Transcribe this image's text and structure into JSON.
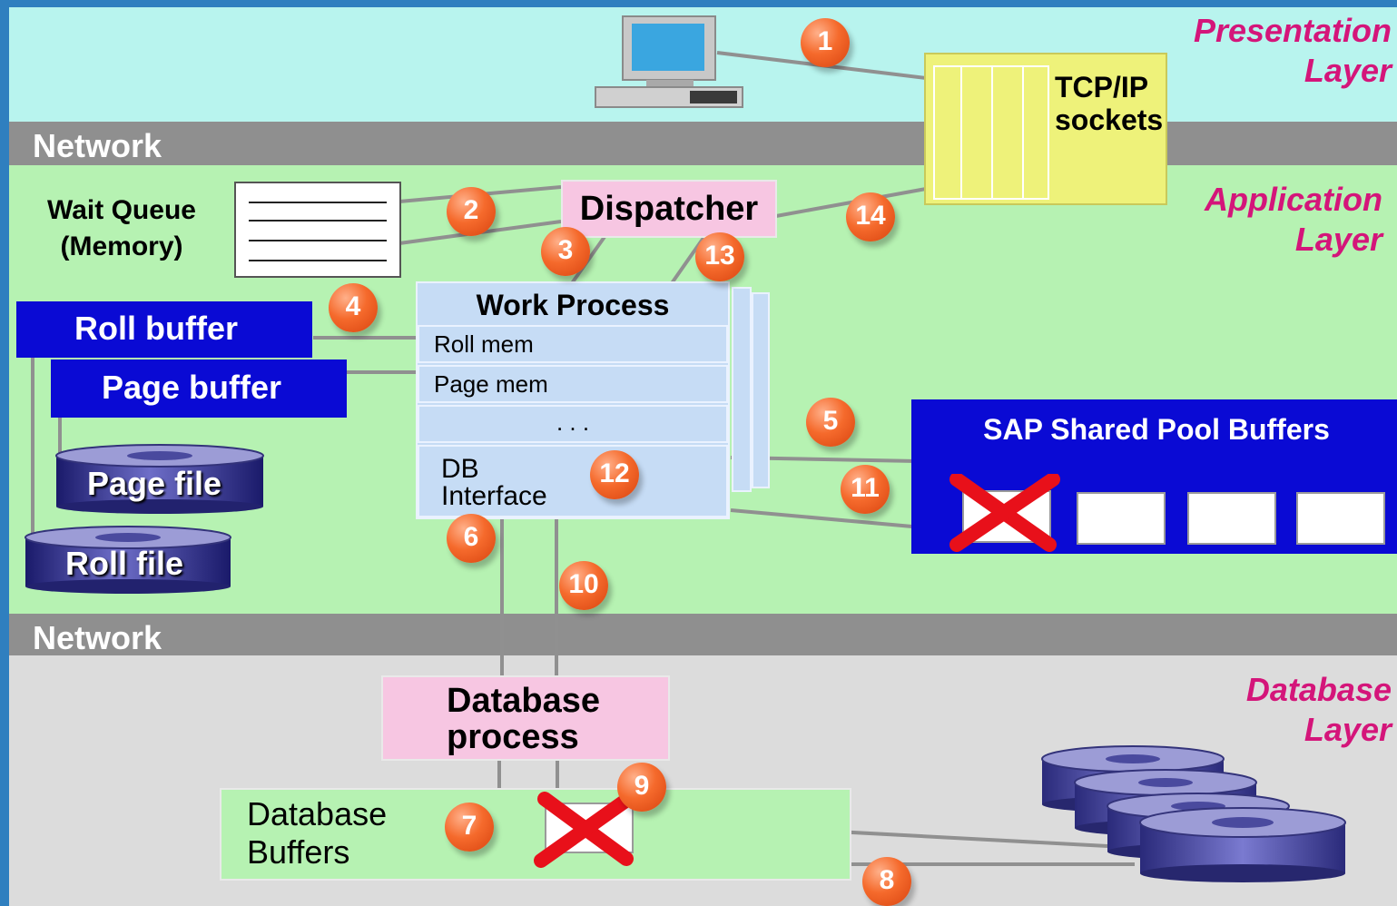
{
  "layers": {
    "presentation": [
      "Presentation",
      "Layer"
    ],
    "application": [
      "Application",
      "Layer"
    ],
    "database": [
      "Database",
      "Layer"
    ]
  },
  "network_labels": [
    "Network",
    "Network"
  ],
  "tcpip": [
    "TCP/IP",
    "sockets"
  ],
  "dispatcher": "Dispatcher",
  "wait_queue": [
    "Wait Queue",
    "(Memory)"
  ],
  "roll_buffer": "Roll buffer",
  "page_buffer": "Page buffer",
  "page_file": "Page file",
  "roll_file": "Roll file",
  "work_process": {
    "title": "Work Process",
    "rows": [
      "Roll mem",
      "Page mem",
      ". . ."
    ],
    "db_interface": [
      "DB",
      "Interface"
    ]
  },
  "shared_pool": "SAP Shared Pool Buffers",
  "database_process": [
    "Database",
    "process"
  ],
  "database_buffers": [
    "Database",
    "Buffers"
  ],
  "steps": [
    "1",
    "2",
    "3",
    "4",
    "5",
    "6",
    "7",
    "8",
    "9",
    "10",
    "11",
    "12",
    "13",
    "14"
  ],
  "colors": {
    "presentation_bg": "#b8f4ee",
    "application_bg": "#b6f2b2",
    "database_bg": "#dcdcdc",
    "network_bar": "#8f8f8f",
    "layer_label": "#d4157a",
    "buffer_blue": "#0a0ad4",
    "dispatcher_pink": "#f7c6e2",
    "tcpip_yellow": "#eef27a",
    "badge_orange": "#f56a2c",
    "cross_red": "#e8101a"
  },
  "icons": [
    "computer-icon",
    "cross-mark-icon",
    "disk-stack-icon"
  ]
}
